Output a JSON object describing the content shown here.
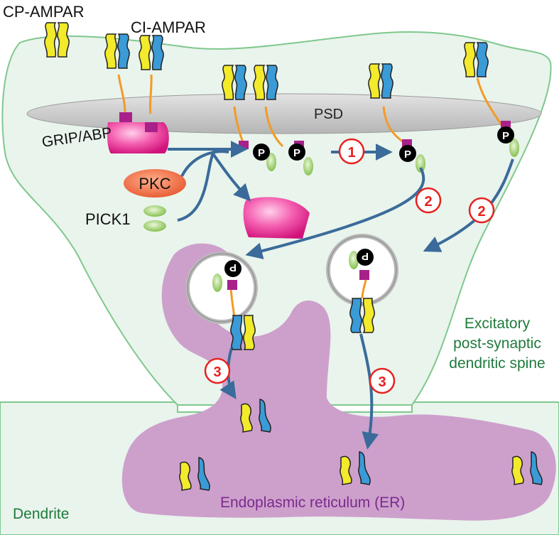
{
  "labels": {
    "cp_ampar": "CP-AMPAR",
    "ci_ampar": "CI-AMPAR",
    "psd": "PSD",
    "grip_abp": "GRIP/ABP",
    "pkc": "PKC",
    "pick1": "PICK1",
    "spine_line1": "Excitatory",
    "spine_line2": "post-synaptic",
    "spine_line3": "dendritic spine",
    "dendrite": "Dendrite",
    "er": "Endoplasmic reticulum (ER)"
  },
  "phospho_label": "P",
  "steps": {
    "step1": "1",
    "step2a": "2",
    "step2b": "2",
    "step3a": "3",
    "step3b": "3"
  },
  "colors": {
    "spine_fill": "#e9f4ec",
    "spine_stroke": "#7fc88e",
    "er_fill": "#cda0cc",
    "psd_fill": "#c9c9c9",
    "arrow": "#3a6b9a",
    "receptor_yellow": "#f2ea2b",
    "receptor_blue": "#3a9bd6",
    "tail_orange": "#f39a26",
    "anchor_magenta": "#a8218a",
    "grip_pink": "#e81f8c",
    "pkc_orange": "#f06234",
    "pick1_green": "#8dc63f",
    "badge_red": "#e8211f",
    "label_green": "#1f7a3c",
    "label_purple": "#7a2a8c"
  }
}
